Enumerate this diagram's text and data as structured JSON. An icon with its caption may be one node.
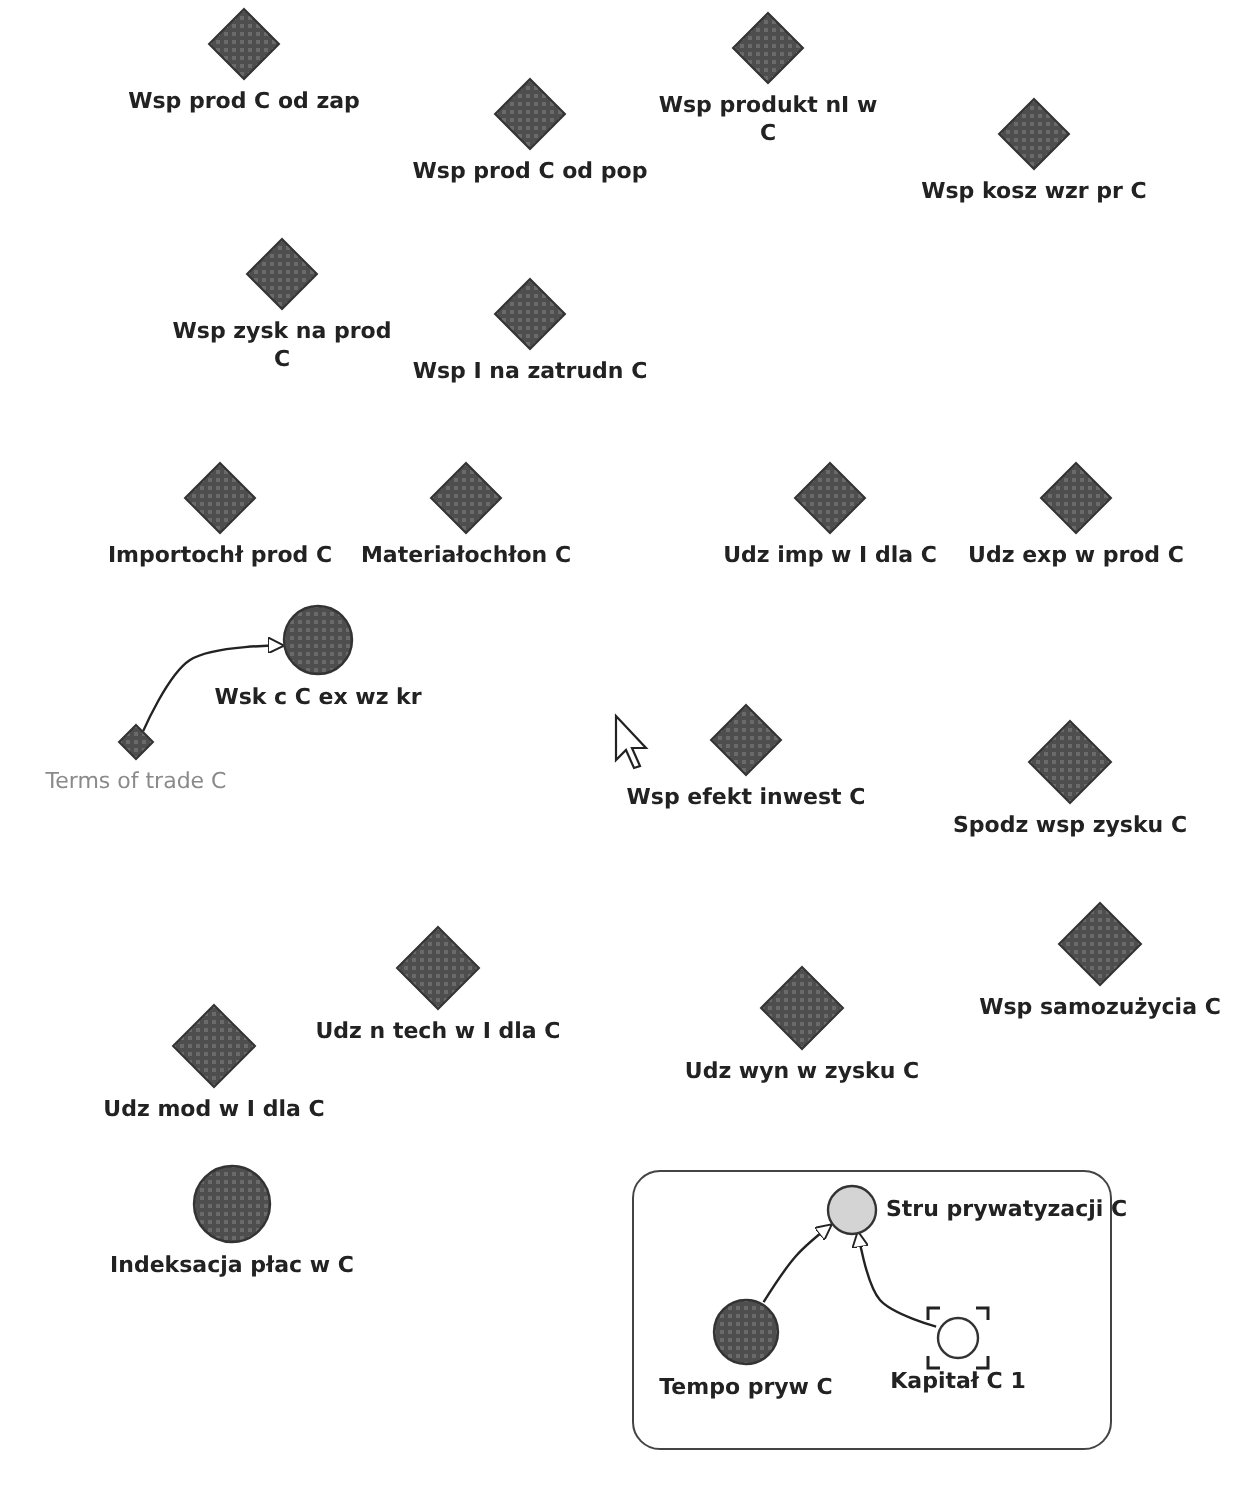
{
  "diagram": {
    "nodes": [
      {
        "text": [
          "Wsp prod C od zap"
        ]
      },
      {
        "text": [
          "Wsp produkt nI w C"
        ]
      },
      {
        "text": [
          "Wsp prod C od pop"
        ]
      },
      {
        "text": [
          "Wsp kosz wzr pr C"
        ]
      },
      {
        "text": [
          "Wsp zysk na prod C"
        ]
      },
      {
        "text": [
          "Wsp I na zatrudn C"
        ]
      },
      {
        "text": [
          "Importochł prod C"
        ]
      },
      {
        "text": [
          "Materiałochłon C"
        ]
      },
      {
        "text": [
          "Udz imp w I dla C"
        ]
      },
      {
        "text": [
          "Udz exp w prod C"
        ]
      },
      {
        "text": [
          "Wsk c C ex wz kr"
        ]
      },
      {
        "text": [
          "Terms of trade C"
        ]
      },
      {
        "text": [
          "Wsp efekt inwest C"
        ]
      },
      {
        "text": [
          "Spodz wsp zysku C"
        ]
      },
      {
        "text": [
          "Udz n tech w I dla C"
        ]
      },
      {
        "text": [
          "Wsp samozużycia C"
        ]
      },
      {
        "text": [
          "Udz wyn w zysku C"
        ]
      },
      {
        "text": [
          "Udz mod w I dla C"
        ]
      },
      {
        "text": [
          "Indeksacja płac w C"
        ]
      },
      {
        "text": [],
        "shape": "box"
      },
      {
        "text": [
          "Stru prywatyzacji C"
        ],
        "in": 19
      },
      {
        "text": [
          "Tempo pryw C"
        ],
        "in": 19
      },
      {
        "text": [
          "Kapitał C 1"
        ],
        "in": 19
      }
    ],
    "edges": [
      {
        "from": 11,
        "to": 10,
        "arrow": "to"
      },
      {
        "from": 21,
        "to": 20,
        "arrow": "to"
      },
      {
        "from": 22,
        "to": 20,
        "arrow": "to"
      }
    ]
  }
}
